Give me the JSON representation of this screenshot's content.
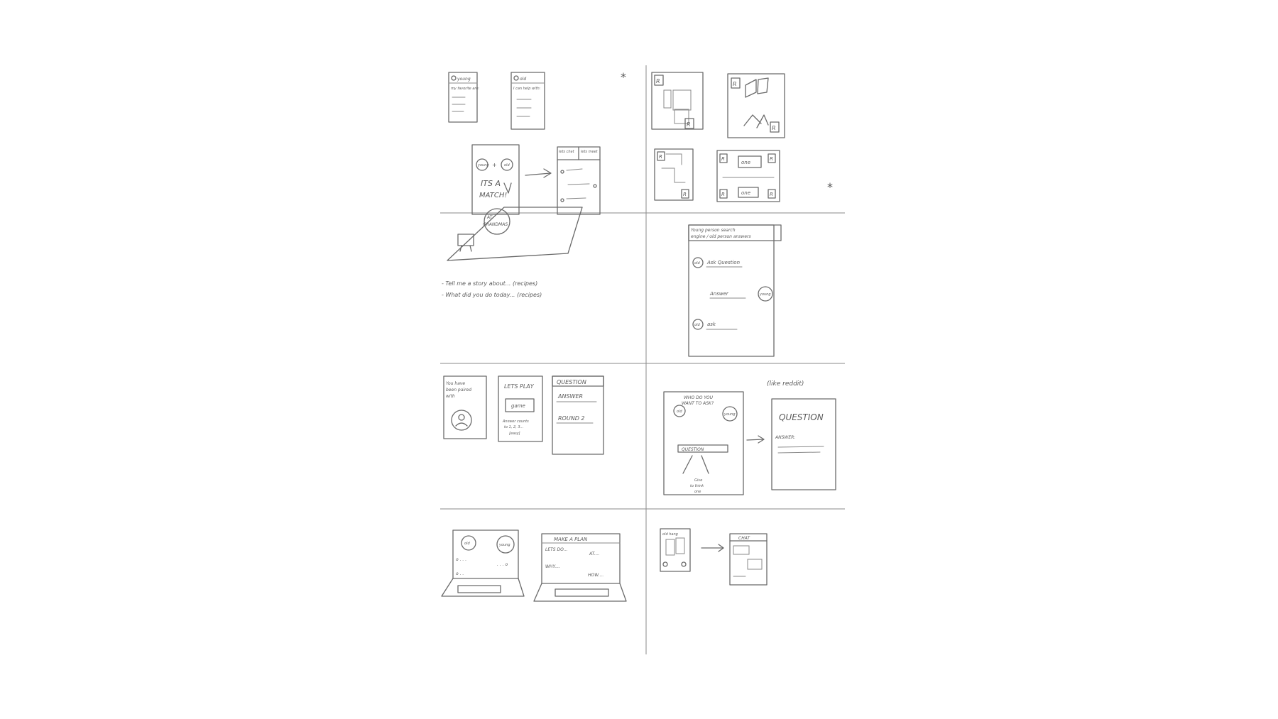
{
  "sheet": {
    "panel1": {
      "phone_a_title": "young",
      "phone_a_text": "my favorite are:",
      "phone_b_title": "old",
      "phone_b_text": "I can help with:",
      "bubble_left": "young",
      "bubble_right": "old",
      "match_line1": "ITS A",
      "match_line2": "MATCH!",
      "chat_tab_left": "lets chat",
      "chat_tab_right": "lets meet"
    },
    "panel3": {
      "bubble_line1": "AT",
      "bubble_line2": "GRANDMAS",
      "prompt1": "- Tell me a story about... (recipes)",
      "prompt2": "- What did you do today... (recipes)"
    },
    "panel4": {
      "header_line1": "Young person search",
      "header_line2": "engine / old person answers",
      "old_label": "old",
      "ask": "Ask Question",
      "answer": "Answer",
      "young_label": "young",
      "ask2": "ask"
    },
    "panel5": {
      "paired_line1": "You have",
      "paired_line2": "been paired",
      "paired_line3": "with",
      "lets_play": "LETS PLAY",
      "game": "game",
      "timer_line1": "Answer counts",
      "timer_line2": "to 1, 2, 3...",
      "timer_line3": "[easy]",
      "question": "QUESTION",
      "answer": "ANSWER",
      "round": "ROUND 2"
    },
    "panel6": {
      "title_line1": "WHO DO YOU",
      "title_line2": "WANT TO ASK?",
      "old_label": "old",
      "young_label": "young",
      "question_box": "QUESTION",
      "note_line1": "Give",
      "note_line2": "to think",
      "note_line3": "one",
      "reddit_note": "(like reddit)",
      "big_question": "QUESTION",
      "answer_label": "ANSWER:"
    },
    "panel7": {
      "old_label": "old",
      "young_label": "young",
      "make_plan": "MAKE A PLAN",
      "lets_do": "LETS DO...",
      "at": "AT....",
      "why": "WHY....",
      "how": "HOW...."
    },
    "panel8": {
      "old_hang": "old hang",
      "chat": "CHAT"
    }
  }
}
